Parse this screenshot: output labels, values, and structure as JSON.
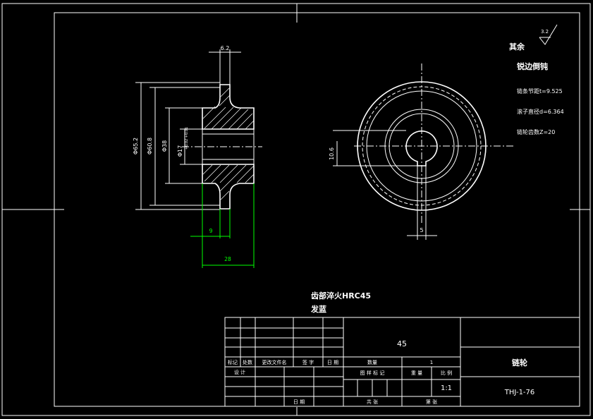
{
  "drawing": {
    "dims": {
      "top_width": "6.2",
      "od": "Φ65.2",
      "pitch_d": "Φ60.8",
      "hub_d": "Φ38",
      "bore_d": "Φ17",
      "bore_tol": "+0.02 +0.01",
      "key_h": "10.6",
      "key_w": "5",
      "tooth_w": "9",
      "total_w": "28"
    },
    "notes": {
      "rest": "其余",
      "roughness": "3.2",
      "edge": "锐边倒钝",
      "pitch": "链条节距t=9.525",
      "roller": "滚子直径d=6.364",
      "teeth": "链轮齿数Z=20",
      "tech1": "齿部淬火HRC45",
      "tech2": "发蓝"
    }
  },
  "title_block": {
    "material": "45",
    "part_name": "链轮",
    "drawing_no": "THJ-1-76",
    "headers": {
      "mark": "标记",
      "count": "处数",
      "doc": "更改文件名",
      "sign": "签 字",
      "date": "日 期",
      "design": "设 计",
      "date2": "日 期",
      "qty_label": "数量",
      "qty_value": "1",
      "stage": "图 样 标 记",
      "weight": "重 量",
      "ratio_label": "比 例",
      "ratio_value": "1:1",
      "total": "共 张",
      "sheet": "第 张"
    }
  }
}
